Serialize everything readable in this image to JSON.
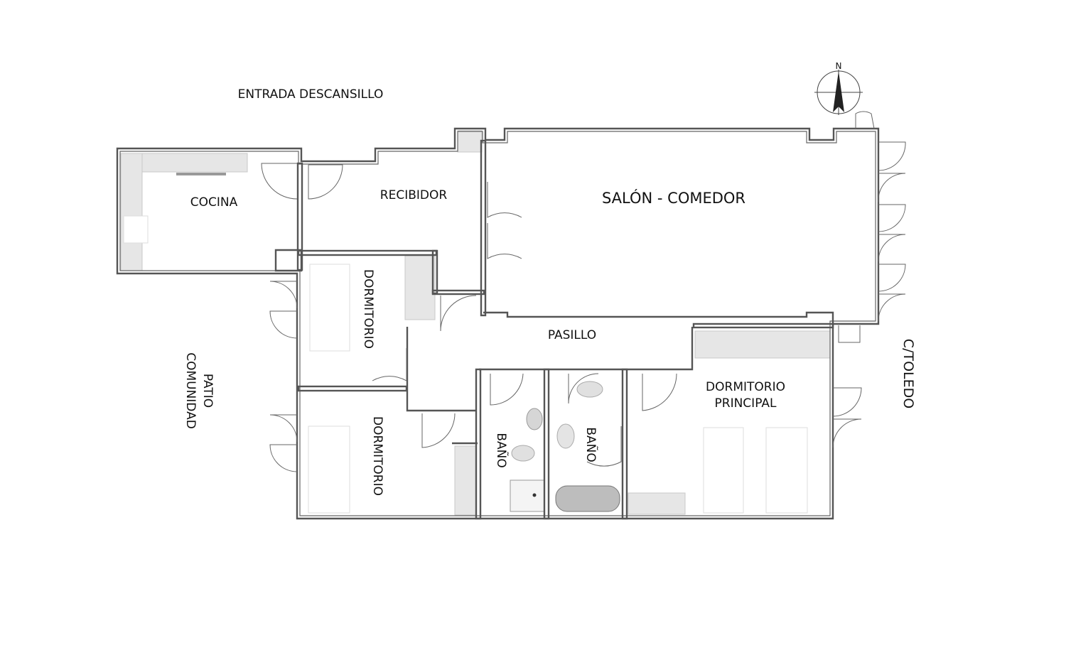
{
  "labels": {
    "entrance": "ENTRADA DESCANSILLO",
    "kitchen": "COCINA",
    "hall": "RECIBIDOR",
    "living": "SALÓN - COMEDOR",
    "corridor": "PASILLO",
    "bedroom1": "DORMITORIO",
    "bedroom2": "DORMITORIO",
    "bath1": "BAÑO",
    "bath2": "BAÑO",
    "master_line1": "DORMITORIO",
    "master_line2": "PRINCIPAL",
    "patio_line1": "PATIO",
    "patio_line2": "COMUNIDAD",
    "street": "C/TOLEDO",
    "north": "N"
  }
}
